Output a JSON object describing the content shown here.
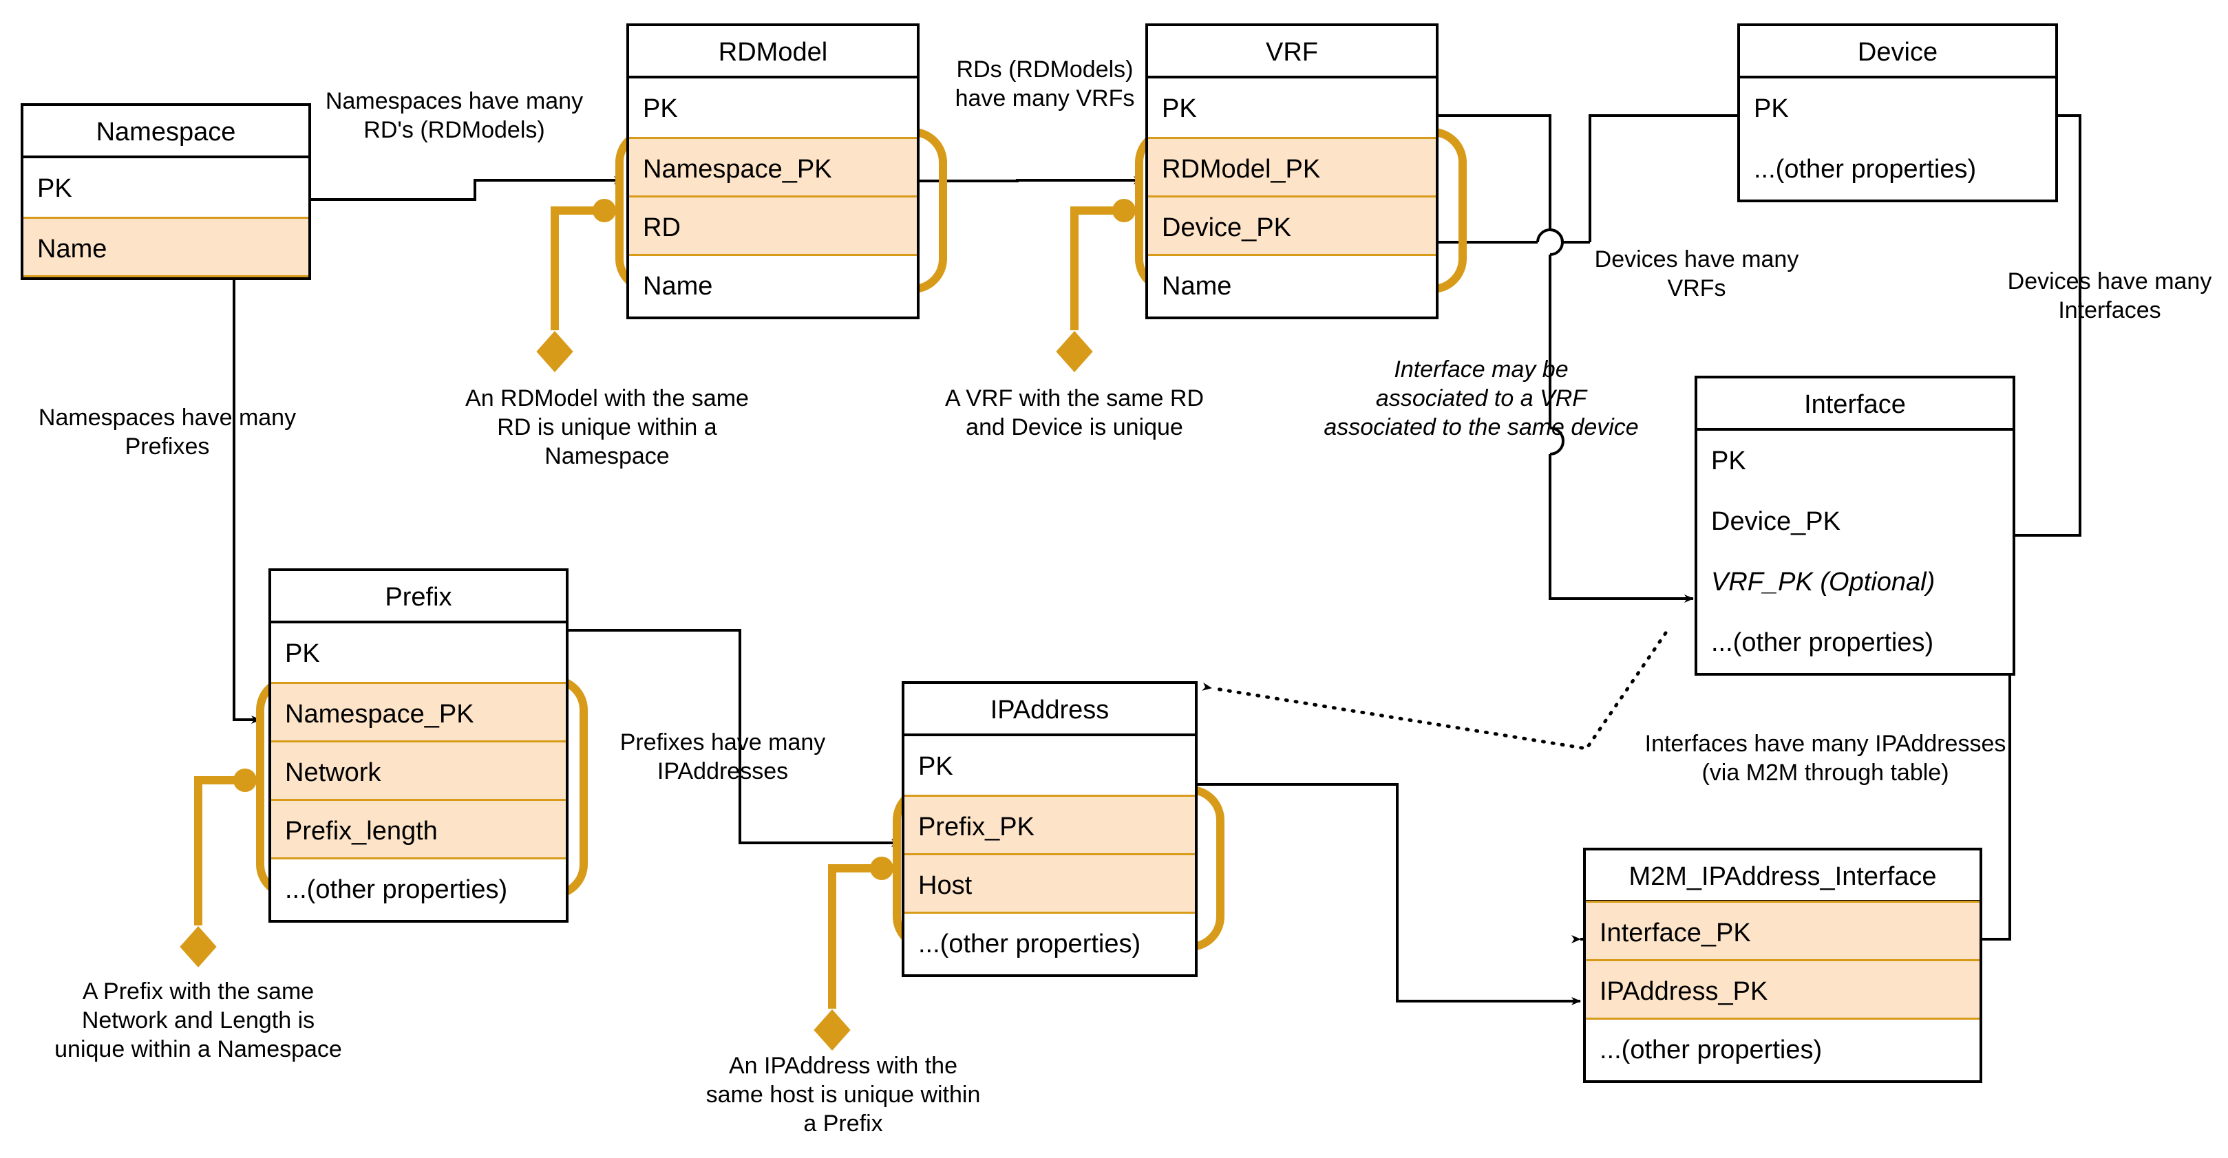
{
  "diagram": {
    "title": "Nautobot IPAM / VRF Entity Relationship Diagram",
    "accent_color": "#d79b19",
    "highlight_fill": "#fde3c8",
    "line_color": "#000000"
  },
  "entities": [
    {
      "key": "namespace",
      "name": "Namespace",
      "attrs": [
        {
          "label": "PK",
          "highlight": false,
          "italic": false
        },
        {
          "label": "Name",
          "highlight": true,
          "italic": false
        }
      ]
    },
    {
      "key": "rdmodel",
      "name": "RDModel",
      "attrs": [
        {
          "label": "PK",
          "highlight": false,
          "italic": false
        },
        {
          "label": "Namespace_PK",
          "highlight": true,
          "italic": false
        },
        {
          "label": "RD",
          "highlight": true,
          "italic": false
        },
        {
          "label": "Name",
          "highlight": false,
          "italic": false
        }
      ]
    },
    {
      "key": "vrf",
      "name": "VRF",
      "attrs": [
        {
          "label": "PK",
          "highlight": false,
          "italic": false
        },
        {
          "label": "RDModel_PK",
          "highlight": true,
          "italic": false
        },
        {
          "label": "Device_PK",
          "highlight": true,
          "italic": false
        },
        {
          "label": "Name",
          "highlight": false,
          "italic": false
        }
      ]
    },
    {
      "key": "device",
      "name": "Device",
      "attrs": [
        {
          "label": "PK",
          "highlight": false,
          "italic": false
        },
        {
          "label": "...(other properties)",
          "highlight": false,
          "italic": false
        }
      ]
    },
    {
      "key": "interface",
      "name": "Interface",
      "attrs": [
        {
          "label": "PK",
          "highlight": false,
          "italic": false
        },
        {
          "label": "Device_PK",
          "highlight": false,
          "italic": false
        },
        {
          "label": "VRF_PK (Optional)",
          "highlight": false,
          "italic": true
        },
        {
          "label": "...(other properties)",
          "highlight": false,
          "italic": false
        }
      ]
    },
    {
      "key": "prefix",
      "name": "Prefix",
      "attrs": [
        {
          "label": "PK",
          "highlight": false,
          "italic": false
        },
        {
          "label": "Namespace_PK",
          "highlight": true,
          "italic": false
        },
        {
          "label": "Network",
          "highlight": true,
          "italic": false
        },
        {
          "label": "Prefix_length",
          "highlight": true,
          "italic": false
        },
        {
          "label": "...(other properties)",
          "highlight": false,
          "italic": false
        }
      ]
    },
    {
      "key": "ipaddress",
      "name": "IPAddress",
      "attrs": [
        {
          "label": "PK",
          "highlight": false,
          "italic": false
        },
        {
          "label": "Prefix_PK",
          "highlight": true,
          "italic": false
        },
        {
          "label": "Host",
          "highlight": true,
          "italic": false
        },
        {
          "label": "...(other properties)",
          "highlight": false,
          "italic": false
        }
      ]
    },
    {
      "key": "m2m",
      "name": "M2M_IPAddress_Interface",
      "attrs": [
        {
          "label": "Interface_PK",
          "highlight": true,
          "italic": false
        },
        {
          "label": "IPAddress_PK",
          "highlight": true,
          "italic": false
        },
        {
          "label": "...(other properties)",
          "highlight": false,
          "italic": false
        }
      ]
    }
  ],
  "relationship_labels": [
    {
      "key": "ns-rd",
      "text": "Namespaces have many\nRD's (RDModels)"
    },
    {
      "key": "rd-vrf",
      "text": "RDs (RDModels)\nhave many VRFs"
    },
    {
      "key": "dev-vrf",
      "text": "Devices have many\nVRFs"
    },
    {
      "key": "dev-intf",
      "text": "Devices have many\nInterfaces"
    },
    {
      "key": "ns-prefix",
      "text": "Namespaces have many\nPrefixes"
    },
    {
      "key": "prefix-ip",
      "text": "Prefixes have many\nIPAddresses"
    },
    {
      "key": "intf-ip",
      "text": "Interfaces have many IPAddresses\n(via M2M through table)"
    }
  ],
  "constraint_notes": [
    {
      "key": "rdmodel-unique",
      "text": "An RDModel with the same\nRD is unique within a\nNamespace"
    },
    {
      "key": "vrf-unique",
      "text": "A VRF with the same RD\nand Device is unique"
    },
    {
      "key": "prefix-unique",
      "text": "A Prefix with the same\nNetwork and Length is\nunique within a Namespace"
    },
    {
      "key": "ipaddress-unique",
      "text": "An IPAddress with the\nsame host is unique within\na Prefix"
    }
  ],
  "italic_notes": [
    {
      "key": "intf-vrf-note",
      "text": "Interface may be\nassociated to a VRF\nassociated to the same device"
    }
  ]
}
